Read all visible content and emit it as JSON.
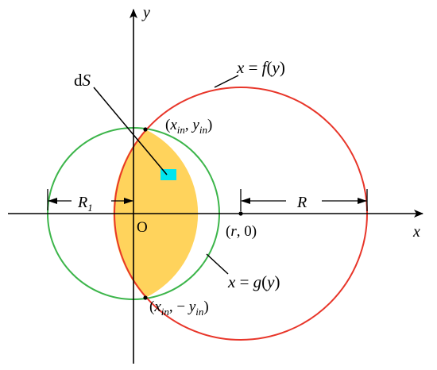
{
  "labels": {
    "x_axis": "x",
    "y_axis": "y",
    "origin": "O",
    "dS": "dS",
    "dS_d": "d",
    "dS_S": "S",
    "f_curve": "x = f(y)",
    "g_curve": "x = g(y)",
    "point_top": "(x_in, y_in)",
    "point_bottom": "(x_in, − y_in)",
    "point_center": "(r, 0)",
    "R1": "R1",
    "R": "R"
  },
  "colors": {
    "small_circle": "#3cb54a",
    "large_circle": "#e8362a",
    "overlap_fill": "#ffd35c",
    "area_element": "#00e5ee",
    "axes": "#000000"
  }
}
